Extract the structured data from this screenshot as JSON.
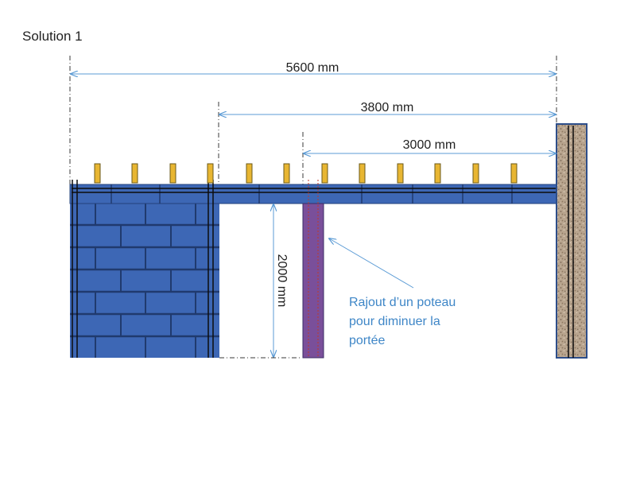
{
  "title": "Solution 1",
  "dimensions": {
    "total": "5600 mm",
    "span_after_wall": "3800 mm",
    "span_after_post": "3000 mm",
    "post_height": "2000 mm"
  },
  "annotation": {
    "lines": [
      "Rajout d’un poteau",
      "pour diminuer la",
      "portée"
    ]
  },
  "colors": {
    "beam": "#3d67b5",
    "masonry": "#3d67b5",
    "mortar": "#203a6e",
    "post": "#7a4f9a",
    "concrete": "#b8a48e",
    "dimension_line": "#5b9bd5",
    "anchor": "#e8b632",
    "annotation": "#3e86c7"
  }
}
